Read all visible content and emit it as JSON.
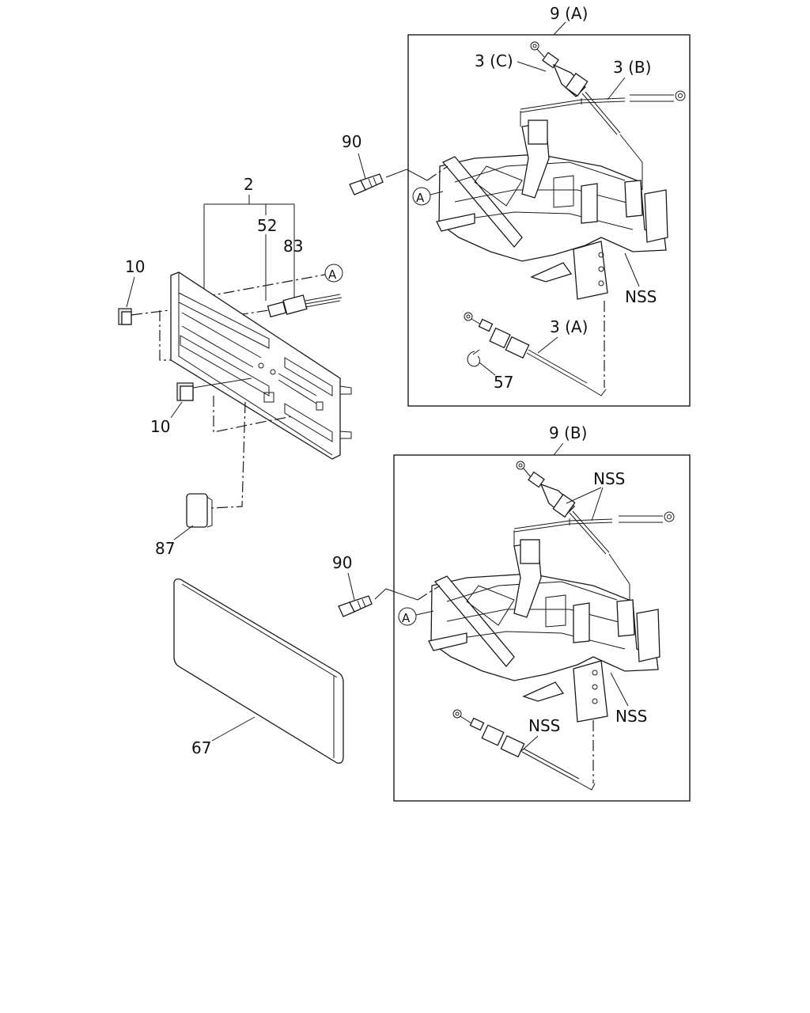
{
  "diagram": {
    "labels": {
      "assembly_a": "9 (A)",
      "assembly_b": "9 (B)",
      "cable_3c": "3 (C)",
      "cable_3b": "3 (B)",
      "cable_3a": "3 (A)",
      "bolt_90_top": "90",
      "bolt_90_bottom": "90",
      "panel_2": "2",
      "part_52": "52",
      "part_83": "83",
      "knob_10_top": "10",
      "knob_10_bottom": "10",
      "part_87": "87",
      "part_67": "67",
      "clip_57": "57",
      "nss_a": "NSS",
      "nss_b_top": "NSS",
      "nss_b_right": "NSS",
      "nss_b_bottom": "NSS",
      "ref_a_panel": "A",
      "ref_a_box_a": "A",
      "ref_a_box_b": "A"
    }
  }
}
